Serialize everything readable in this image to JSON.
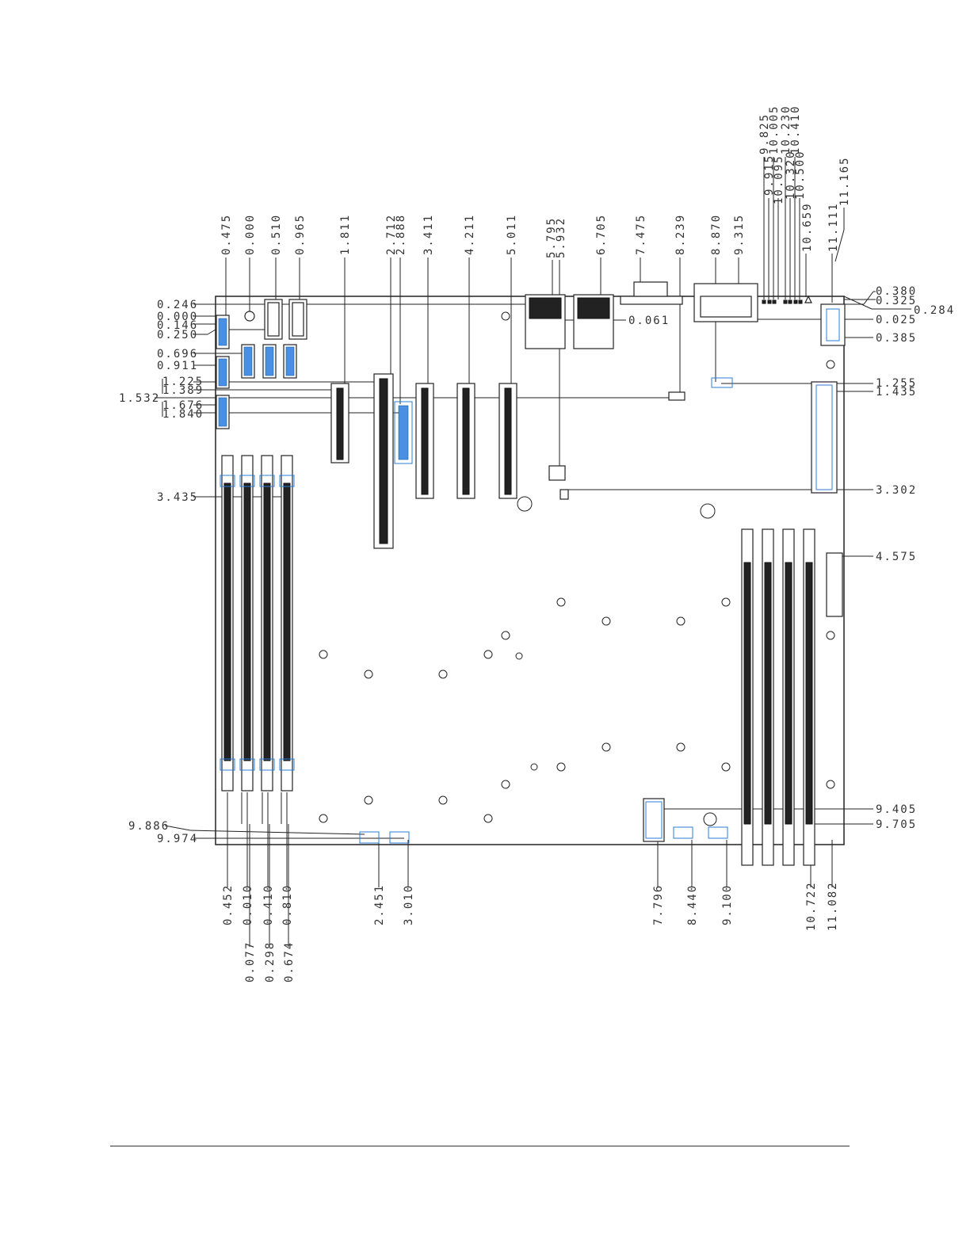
{
  "diagram": {
    "top_labels": [
      "0.475",
      "0.000",
      "0.510",
      "0.965",
      "1.811",
      "2.712",
      "2.888",
      "3.411",
      "4.211",
      "5.011",
      "5.795",
      "5.932",
      "6.705",
      "7.475",
      "8.239",
      "8.870",
      "9.315",
      "10.659",
      "11.111",
      "11.165"
    ],
    "top_small_labels_high": [
      "9.825",
      "10.005",
      "10.230",
      "10.410"
    ],
    "top_small_labels_low": [
      "9.915",
      "10.095",
      "10.320",
      "10.500"
    ],
    "left_labels": [
      "0.246",
      "0.000",
      "0.146",
      "0.250",
      "0.696",
      "0.911",
      "1.225",
      "1.389",
      "1.532",
      "1.676",
      "1.840",
      "3.435",
      "9.886",
      "9.974"
    ],
    "right_labels": [
      "0.380",
      "0.325",
      "0.284",
      "0.025",
      "0.385",
      "1.255",
      "1.435",
      "3.302",
      "4.575",
      "9.405",
      "9.705"
    ],
    "inner_labels": [
      "0.061"
    ],
    "bottom_labels": [
      "0.452",
      "0.010",
      "0.410",
      "0.810",
      "2.451",
      "3.010",
      "7.796",
      "8.440",
      "9.100",
      "10.722",
      "11.082"
    ],
    "bottom_lower_labels": [
      "0.077",
      "0.298",
      "0.674"
    ]
  }
}
